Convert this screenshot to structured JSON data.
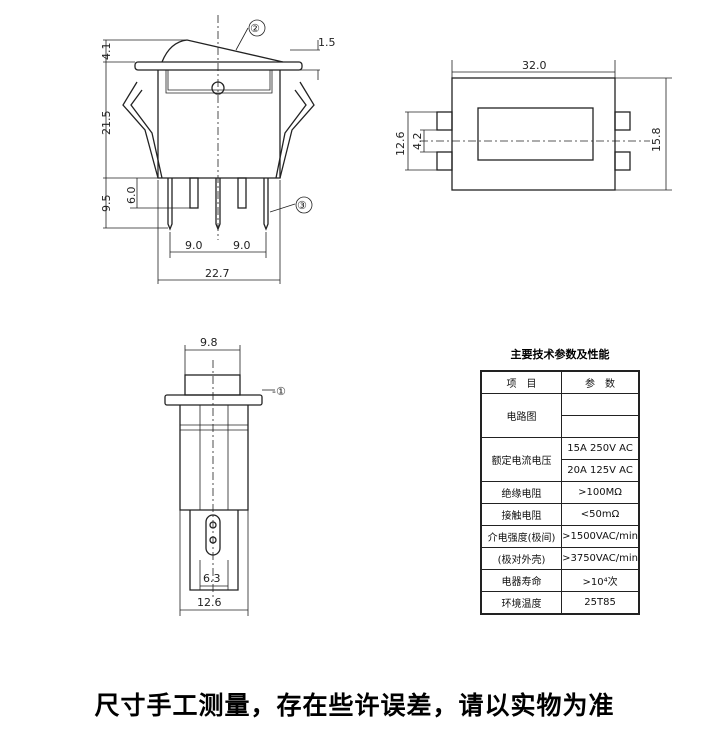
{
  "front_view": {
    "labels": {
      "rocker_height": "4.1",
      "flange": "1.5",
      "body_height": "21.5",
      "pin_length": "9.5",
      "pin_short": "6.0",
      "pitch_left": "9.0",
      "pitch_right": "9.0",
      "width": "22.7",
      "callout_2": "②",
      "callout_3": "③"
    }
  },
  "top_view": {
    "labels": {
      "length": "32.0",
      "width": "15.8",
      "inner_width": "12.6",
      "gap": "4.2"
    }
  },
  "side_view": {
    "labels": {
      "button_width": "9.8",
      "tab_width": "6.3",
      "body_width": "12.6",
      "callout_1": "-①"
    }
  },
  "spec_table": {
    "title": "主要技术参数及性能",
    "header": [
      "项　目",
      "参　数"
    ],
    "rows": [
      {
        "item": "电路图",
        "values": [
          "",
          ""
        ]
      },
      {
        "item": "额定电流电压",
        "values": [
          "15A 250V AC",
          "20A 125V AC"
        ]
      },
      {
        "item": "绝缘电阻",
        "values": [
          ">100MΩ"
        ]
      },
      {
        "item": "接触电阻",
        "values": [
          "<50mΩ"
        ]
      },
      {
        "item": "介电强度(极间)",
        "values": [
          ">1500VAC/min"
        ]
      },
      {
        "item": "(极对外壳)",
        "values": [
          ">3750VAC/min"
        ]
      },
      {
        "item": "电器寿命",
        "values": [
          ">10⁴次"
        ]
      },
      {
        "item": "环境温度",
        "values": [
          "25T85"
        ]
      }
    ]
  },
  "caption": "尺寸手工测量，存在些许误差，请以实物为准"
}
